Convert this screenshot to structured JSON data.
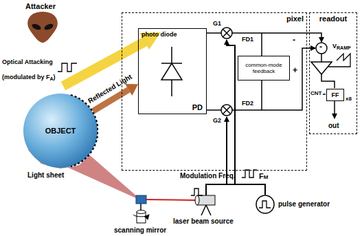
{
  "diagram": {
    "nodes": [
      {
        "text": [
          "pixel"
        ]
      },
      {
        "text": [
          "photo diode",
          "PD"
        ],
        "in": 0
      },
      {
        "text": [
          "common-mode feedback"
        ],
        "in": 0
      },
      {
        "text": [
          "readout"
        ]
      },
      {
        "text": [
          "FF"
        ],
        "in": 3
      },
      {
        "text": [
          "OBJECT"
        ]
      },
      {
        "text": [
          "pulse generator"
        ]
      }
    ],
    "edges": [
      {
        "from": 5,
        "to": 1,
        "arrow": "to",
        "label": "Reflected Light"
      }
    ],
    "labels": [
      "Attacker",
      "Optical Attacking",
      "(modulated by F",
      "A",
      ")",
      "Light sheet",
      "G1",
      "G2",
      "FD1",
      "FD2",
      "-",
      "+",
      "-",
      "V",
      "RAMP",
      "CNT",
      "x8",
      "out",
      "Modulation Freq.",
      "F",
      "M",
      "laser beam source",
      "scanning mirror"
    ]
  }
}
